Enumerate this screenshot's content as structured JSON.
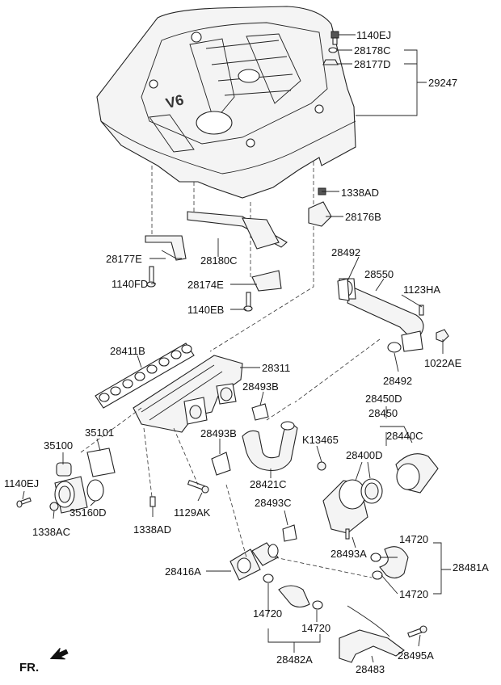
{
  "diagram": {
    "orientation_label": "FR.",
    "labels": {
      "1140EJ_top": "1140EJ",
      "28178C": "28178C",
      "28177D": "28177D",
      "29247": "29247",
      "1338AD_top": "1338AD",
      "28176B": "28176B",
      "28177E": "28177E",
      "28180C": "28180C",
      "1140FD": "1140FD",
      "28174E": "28174E",
      "1140EB": "1140EB",
      "28492_top": "28492",
      "28550": "28550",
      "1123HA": "1123HA",
      "1022AE": "1022AE",
      "28492_bot": "28492",
      "28411B": "28411B",
      "28311": "28311",
      "28493B_a": "28493B",
      "28450D": "28450D",
      "28450": "28450",
      "28440C": "28440C",
      "28493B_b": "28493B",
      "K13465": "K13465",
      "28400D": "28400D",
      "35100": "35100",
      "35101": "35101",
      "1140EJ_left": "1140EJ",
      "35160D": "35160D",
      "1338AC": "1338AC",
      "1338AD_bot": "1338AD",
      "1129AK": "1129AK",
      "28421C": "28421C",
      "28493C": "28493C",
      "14720_a": "14720",
      "28493A": "28493A",
      "28481A": "28481A",
      "14720_b": "14720",
      "28416A": "28416A",
      "14720_c": "14720",
      "14720_d": "14720",
      "28482A": "28482A",
      "28483": "28483",
      "28495A": "28495A"
    }
  }
}
